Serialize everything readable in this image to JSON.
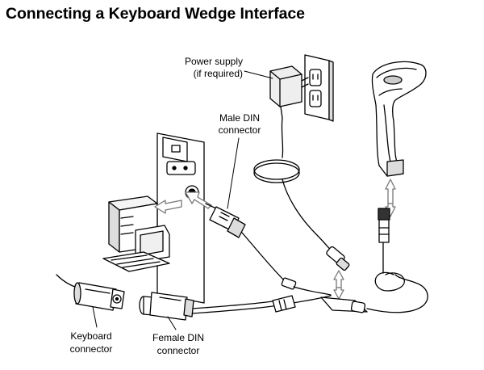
{
  "title": "Connecting a Keyboard Wedge Interface",
  "labels": {
    "power_supply_line1": "Power supply",
    "power_supply_line2": "(if required)",
    "male_din_line1": "Male DIN",
    "male_din_line2": "connector",
    "keyboard_line1": "Keyboard",
    "keyboard_line2": "connector",
    "female_din_line1": "Female DIN",
    "female_din_line2": "connector"
  }
}
